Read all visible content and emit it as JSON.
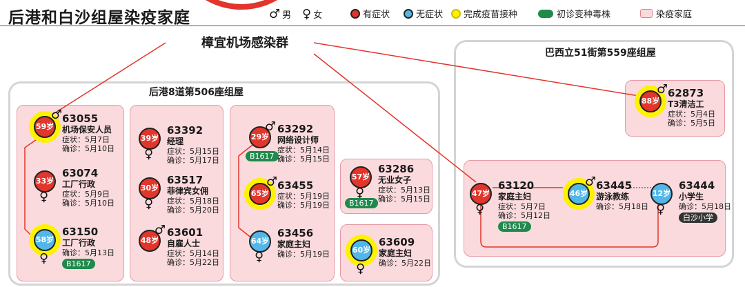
{
  "title": "后港和白沙组屋染疫家庭",
  "legend": {
    "male_symbol": "♂",
    "male": "男",
    "female_symbol": "♀",
    "female": "女",
    "symptomatic": "有症状",
    "asymptomatic": "无症状",
    "vaccinated": "完成疫苗接种",
    "variant": "初诊变种毒株",
    "infected_family": "染疫家庭",
    "colors": {
      "symptomatic": "#e2352c",
      "asymptomatic": "#52b7e8",
      "vaccinated": "#fff200",
      "variant": "#1f8a4c",
      "family": "#fadadd"
    }
  },
  "cluster": "樟宜机场感染群",
  "groups": {
    "hougang": "后港8道第506座组屋",
    "pasirris": "巴西立51街第559座组屋"
  },
  "cases": {
    "c63055": {
      "age": "59岁",
      "id": "63055",
      "occupation": "机场保安人员",
      "lines": [
        "症状：5月7日",
        "确诊：5月10日"
      ]
    },
    "c63074": {
      "age": "33岁",
      "id": "63074",
      "occupation": "工厂行政",
      "lines": [
        "症状：5月9日",
        "确诊：5月10日"
      ]
    },
    "c63150": {
      "age": "58岁",
      "id": "63150",
      "occupation": "工厂行政",
      "lines": [
        "确诊：5月13日"
      ],
      "badge": "B1617"
    },
    "c63392": {
      "age": "39岁",
      "id": "63392",
      "occupation": "经理",
      "lines": [
        "症状：5月15日",
        "确诊：5月17日"
      ]
    },
    "c63517": {
      "age": "30岁",
      "id": "63517",
      "occupation": "菲律宾女佣",
      "lines": [
        "症状：5月18日",
        "确诊：5月20日"
      ]
    },
    "c63601": {
      "age": "48岁",
      "id": "63601",
      "occupation": "自雇人士",
      "lines": [
        "症状：5月14日",
        "确诊：5月22日"
      ]
    },
    "c63292": {
      "age": "29岁",
      "id": "63292",
      "occupation": "网络设计师",
      "lines": [
        "症状：5月14日",
        "确诊：5月15日"
      ],
      "badge": "B1617"
    },
    "c63455": {
      "age": "65岁",
      "id": "63455",
      "occupation": "",
      "lines": [
        "症状：5月19日",
        "确诊：5月19日"
      ]
    },
    "c63456": {
      "age": "64岁",
      "id": "63456",
      "occupation": "家庭主妇",
      "lines": [
        "确诊：5月19日"
      ]
    },
    "c63286": {
      "age": "57岁",
      "id": "63286",
      "occupation": "无业女子",
      "lines": [
        "症状：5月13日",
        "确诊：5月15日"
      ],
      "badge": "B1617"
    },
    "c63609": {
      "age": "60岁",
      "id": "63609",
      "occupation": "家庭主妇",
      "lines": [
        "确诊：5月22日"
      ]
    },
    "c62873": {
      "age": "88岁",
      "id": "62873",
      "occupation": "T3清洁工",
      "lines": [
        "症状：5月4日",
        "确诊：5月5日"
      ]
    },
    "c63120": {
      "age": "47岁",
      "id": "63120",
      "occupation": "家庭主妇",
      "lines": [
        "症状：5月7日",
        "确诊：5月12日"
      ],
      "badge": "B1617"
    },
    "c63445": {
      "age": "46岁",
      "id": "63445",
      "occupation": "游泳教练",
      "lines": [
        "确诊：5月18日"
      ]
    },
    "c63444": {
      "age": "12岁",
      "id": "63444",
      "occupation": "小学生",
      "lines": [
        "确诊：5月18日"
      ],
      "badge": "白沙小学"
    }
  }
}
